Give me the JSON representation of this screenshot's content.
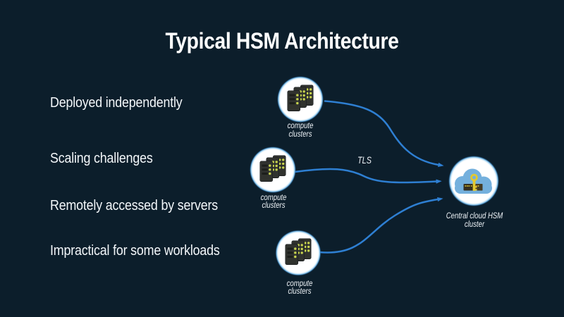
{
  "slide": {
    "title": "Typical HSM Architecture",
    "background_color": "#0c1e2b",
    "text_color": "#ffffff"
  },
  "bullets": [
    "Deployed independently",
    "Scaling challenges",
    "Remotely accessed by servers",
    "Impractical for some workloads"
  ],
  "compute_nodes": [
    {
      "label": "compute clusters"
    },
    {
      "label": "compute clusters"
    },
    {
      "label": "compute clusters"
    }
  ],
  "central_node": {
    "label": "Central cloud HSM cluster"
  },
  "connections": {
    "tls_label": "TLS",
    "arrow_color": "#2e7fd2"
  },
  "icons": {
    "compute": "server-rack-cluster-icon",
    "central": "cloud-hsm-key-icon"
  },
  "palette": {
    "node_circle": "#ffffff",
    "node_glow": "#8cc4e8",
    "rack_body": "#30322e",
    "rack_led": "#c8d44e",
    "cloud_blue": "#74b0dd",
    "key_yellow": "#e3c92f",
    "hsm_bar": "#3a3426"
  }
}
